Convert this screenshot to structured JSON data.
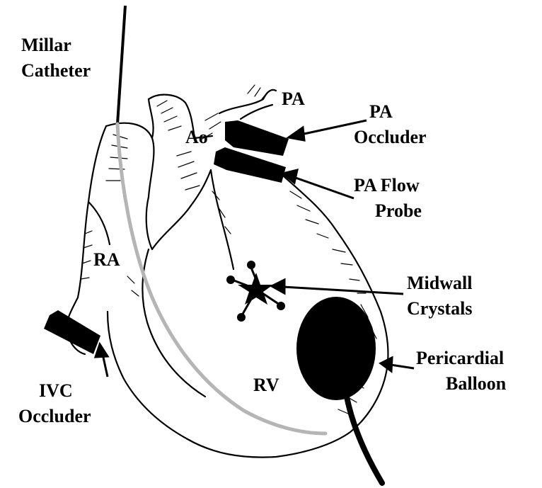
{
  "labels": {
    "catheter": [
      "Millar",
      "Catheter"
    ],
    "pa": "PA",
    "ao": "Ao",
    "pa_occluder": [
      "PA",
      "Occluder"
    ],
    "pa_flow_probe": [
      "PA Flow",
      "Probe"
    ],
    "ra": "RA",
    "midwall_crystals": [
      "Midwall",
      "Crystals"
    ],
    "pericardial_balloon": [
      "Pericardial",
      "Balloon"
    ],
    "rv": "RV",
    "ivc_occluder": [
      "IVC",
      "Occluder"
    ]
  },
  "colors": {
    "ink": "#000000",
    "catheter_inside": "#b5b5b5",
    "background": "#ffffff"
  }
}
